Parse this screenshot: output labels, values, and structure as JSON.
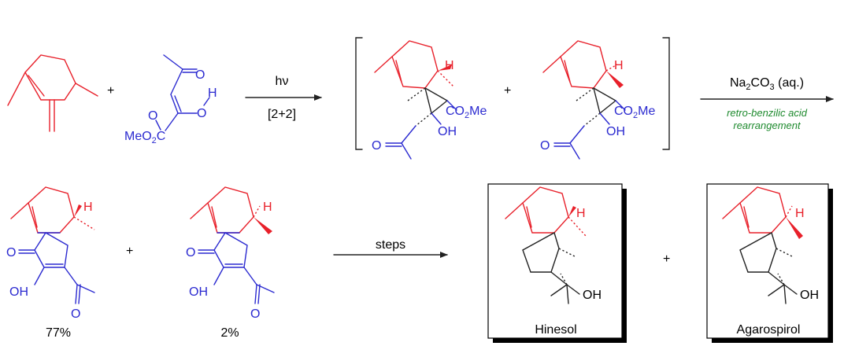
{
  "title": "",
  "colors": {
    "ring": "#e8202a",
    "side_chain": "#2b2ad0",
    "bond": "#222222",
    "note": "#1e8a2e",
    "box_shadow": "#000000"
  },
  "labels": {
    "O": "O",
    "OH": "OH",
    "OH_wedge_H": "H",
    "H": "H",
    "ester_left": "MeO",
    "ester_left_sub": "2",
    "ester_left_C": "C",
    "ester_right": "CO",
    "ester_right_sub": "2",
    "ester_right_me": "Me"
  },
  "step1": {
    "reagent": "hν",
    "condition": "[2+2]"
  },
  "step2": {
    "reagent_main": "Na",
    "reagent_sub1": "2",
    "reagent_mid": "CO",
    "reagent_sub2": "3",
    "reagent_tail": " (aq.)",
    "note_line1": "retro-benzilic acid",
    "note_line2": "rearrangement"
  },
  "plus": "+",
  "step3": {
    "reagent": "steps"
  },
  "yields": {
    "major": "77%",
    "minor": "2%"
  },
  "products": [
    {
      "name": "Hinesol"
    },
    {
      "name": "Agarospirol"
    }
  ]
}
